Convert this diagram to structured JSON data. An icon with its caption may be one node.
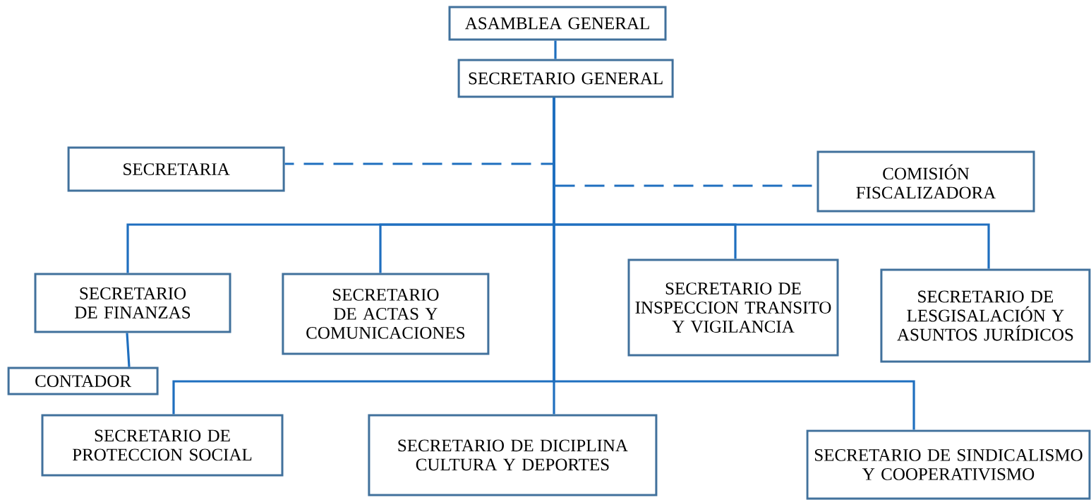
{
  "diagram": {
    "nodes": [
      {
        "text": [
          "ASAMBLEA GENERAL"
        ]
      },
      {
        "text": [
          "SECRETARIO GENERAL"
        ]
      },
      {
        "text": [
          "SECRETARIA"
        ]
      },
      {
        "text": [
          "COMISIÓN FISCALIZADORA"
        ]
      },
      {
        "text": [
          "SECRETARIO DE FINANZAS"
        ]
      },
      {
        "text": [
          "CONTADOR"
        ]
      },
      {
        "text": [
          "SECRETARIO DE ACTAS Y COMUNICACIONES"
        ]
      },
      {
        "text": [
          "SECRETARIO DE INSPECCION TRANSITO Y VIGILANCIA"
        ]
      },
      {
        "text": [
          "SECRETARIO DE LESGISALACIÓN Y ASUNTOS JURÍDICOS"
        ]
      },
      {
        "text": [
          "SECRETARIO DE PROTECCION SOCIAL"
        ]
      },
      {
        "text": [
          "SECRETARIO DE DICIPLINA CULTURA Y DEPORTES"
        ]
      },
      {
        "text": [
          "SECRETARIO DE SINDICALISMO Y COOPERATIVISMO"
        ]
      }
    ],
    "edges": [
      {
        "from": 0,
        "to": 1,
        "arrow": "none"
      },
      {
        "from": 1,
        "to": 2,
        "arrow": "none",
        "style": "dashed"
      },
      {
        "from": 1,
        "to": 3,
        "arrow": "none",
        "style": "dashed"
      },
      {
        "from": 1,
        "to": 4,
        "arrow": "none"
      },
      {
        "from": 1,
        "to": 6,
        "arrow": "none"
      },
      {
        "from": 1,
        "to": 7,
        "arrow": "none"
      },
      {
        "from": 1,
        "to": 8,
        "arrow": "none"
      },
      {
        "from": 4,
        "to": 5,
        "arrow": "none"
      },
      {
        "from": 1,
        "to": 9,
        "arrow": "none"
      },
      {
        "from": 1,
        "to": 10,
        "arrow": "none"
      },
      {
        "from": 1,
        "to": 11,
        "arrow": "none"
      }
    ]
  }
}
